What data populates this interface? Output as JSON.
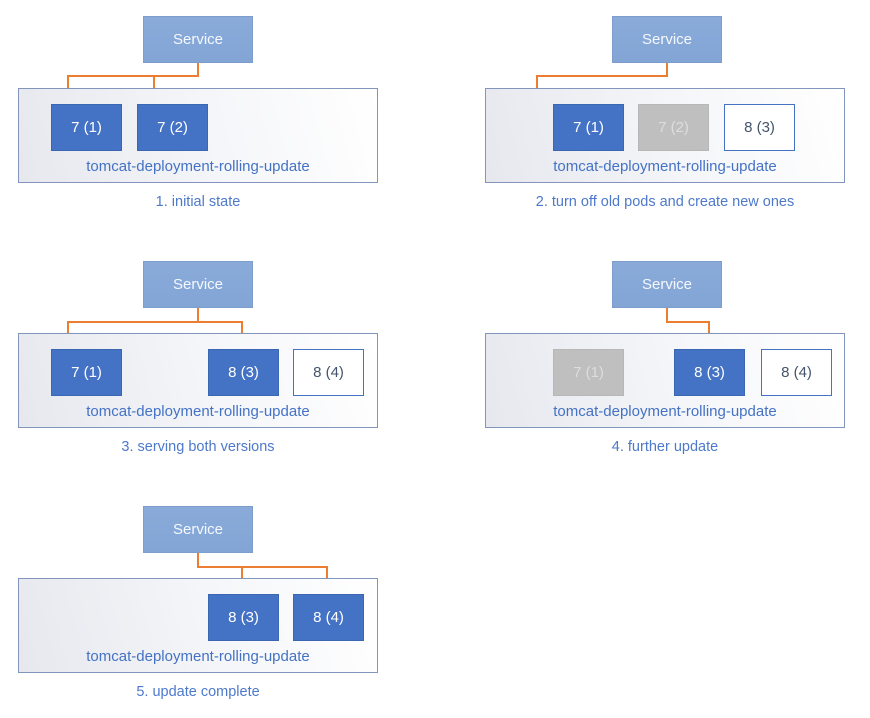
{
  "diagram": {
    "title_semantic": "kubernetes-rolling-update-stages",
    "service_label": "Service",
    "deployment_label": "tomcat-deployment-rolling-update",
    "colors": {
      "service_fill": "#84a7d6",
      "pod_active_fill": "#4472c4",
      "pod_terminated_fill": "#bfbfbf",
      "pod_new_border": "#4472c4",
      "connector_orange": "#ed7d31",
      "label_blue": "#4472c4",
      "caption_blue": "#4d79cb",
      "container_border": "#8296bd"
    },
    "panels": [
      {
        "caption": "1. initial state",
        "pods": [
          {
            "label": "7 (1)",
            "status": "active"
          },
          {
            "label": "7 (2)",
            "status": "active"
          }
        ]
      },
      {
        "caption": "2. turn off old pods and create new ones",
        "pods": [
          {
            "label": "7 (1)",
            "status": "active"
          },
          {
            "label": "7 (2)",
            "status": "terminated"
          },
          {
            "label": "8 (3)",
            "status": "new"
          }
        ]
      },
      {
        "caption": "3. serving both versions",
        "pods": [
          {
            "label": "7 (1)",
            "status": "active"
          },
          {
            "label": "8 (3)",
            "status": "active"
          },
          {
            "label": "8 (4)",
            "status": "new"
          }
        ]
      },
      {
        "caption": "4. further update",
        "pods": [
          {
            "label": "7 (1)",
            "status": "terminated"
          },
          {
            "label": "8 (3)",
            "status": "active"
          },
          {
            "label": "8 (4)",
            "status": "new"
          }
        ]
      },
      {
        "caption": "5. update complete",
        "pods": [
          {
            "label": "8 (3)",
            "status": "active"
          },
          {
            "label": "8 (4)",
            "status": "active"
          }
        ]
      }
    ]
  }
}
